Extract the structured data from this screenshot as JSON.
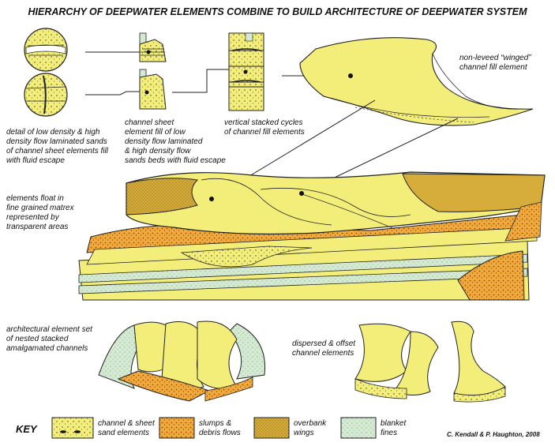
{
  "title": "HIERARCHY OF DEEPWATER ELEMENTS COMBINE TO BUILD ARCHITECTURE OF DEEPWATER SYSTEM",
  "labels": {
    "detail": [
      "detail of low density & high",
      "density flow laminated sands",
      "of channel sheet elements fill",
      "with fluid escape"
    ],
    "channel_sheet": [
      "channel sheet",
      "element fill of low",
      "density flow laminated",
      "& high density flow",
      "sands beds with fluid escape"
    ],
    "vertical": [
      "vertical stacked cycles",
      "of channel fill elements"
    ],
    "winged": [
      "non-leveed “winged”",
      "channel fill element"
    ],
    "float": [
      "elements float in",
      "fine grained matrex",
      "represented by",
      "transparent areas"
    ],
    "architectural": [
      "architectural element set",
      "of nested stacked",
      "amalgamated channels"
    ],
    "dispersed": [
      "dispersed & offset",
      "channel elements"
    ]
  },
  "key": {
    "title": "KEY",
    "items": [
      {
        "label": [
          "channel & sheet",
          "sand elements"
        ],
        "color": "#f3ee7a"
      },
      {
        "label": [
          "slumps &",
          "debris flows"
        ],
        "color": "#f2a93b"
      },
      {
        "label": [
          "overbank",
          "wings"
        ],
        "color": "#d6ac3a"
      },
      {
        "label": [
          "blanket",
          "fines"
        ],
        "color": "#d4ead2"
      }
    ]
  },
  "credit": "C. Kendall & P. Haughton, 2008",
  "colors": {
    "sand": "#f3ee7a",
    "slump": "#f2a93b",
    "overbank": "#d6ac3a",
    "fines": "#d4ead2",
    "outline": "#222222"
  }
}
